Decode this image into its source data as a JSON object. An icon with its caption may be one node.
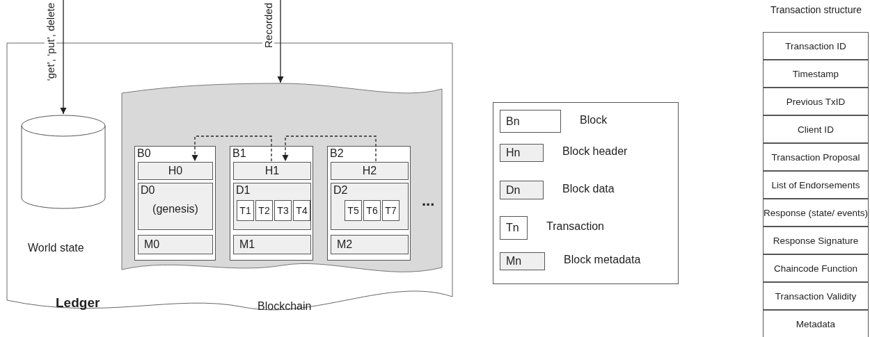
{
  "diagram": {
    "nodes": [
      {
        "text": [
          "Ledger"
        ]
      },
      {
        "text": [
          "World state"
        ],
        "in": 0
      },
      {
        "text": [
          "Blockchain"
        ],
        "in": 0
      },
      {
        "text": [
          "B0"
        ],
        "in": 2
      },
      {
        "text": [
          "H0"
        ],
        "in": 3
      },
      {
        "text": [
          "D0",
          "(genesis)"
        ],
        "in": 3
      },
      {
        "text": [
          "M0"
        ],
        "in": 3
      },
      {
        "text": [
          "B1"
        ],
        "in": 2
      },
      {
        "text": [
          "H1"
        ],
        "in": 7
      },
      {
        "text": [
          "D1"
        ],
        "in": 7
      },
      {
        "text": [
          "T1"
        ],
        "in": 9
      },
      {
        "text": [
          "T2"
        ],
        "in": 9
      },
      {
        "text": [
          "T3"
        ],
        "in": 9
      },
      {
        "text": [
          "T4"
        ],
        "in": 9
      },
      {
        "text": [
          "M1"
        ],
        "in": 7
      },
      {
        "text": [
          "B2"
        ],
        "in": 2
      },
      {
        "text": [
          "H2"
        ],
        "in": 15
      },
      {
        "text": [
          "D2"
        ],
        "in": 15
      },
      {
        "text": [
          "T5"
        ],
        "in": 17
      },
      {
        "text": [
          "T6"
        ],
        "in": 17
      },
      {
        "text": [
          "T7"
        ],
        "in": 17
      },
      {
        "text": [
          "M2"
        ],
        "in": 15
      },
      {
        "text": [],
        "shape": "box"
      },
      {
        "text": [
          "Bn"
        ],
        "in": 22,
        "beside": [
          "Block"
        ]
      },
      {
        "text": [
          "Hn"
        ],
        "in": 22,
        "beside": [
          "Block header"
        ]
      },
      {
        "text": [
          "Dn"
        ],
        "in": 22,
        "beside": [
          "Block data"
        ]
      },
      {
        "text": [
          "Tn"
        ],
        "in": 22,
        "beside": [
          "Transaction"
        ]
      },
      {
        "text": [
          "Mn"
        ],
        "in": 22,
        "beside": [
          "Block metadata"
        ]
      }
    ],
    "edges": [
      {
        "from": null,
        "to": 1,
        "arrow": "to",
        "label": "‘get’, ‘put’, delete"
      },
      {
        "from": null,
        "to": 2,
        "arrow": "to",
        "label": "Recorded"
      },
      {
        "from": 8,
        "to": 4,
        "arrow": "to",
        "style": "dashed"
      },
      {
        "from": 16,
        "to": 8,
        "arrow": "to",
        "style": "dashed"
      }
    ],
    "labels": [
      "...",
      "Transaction structure",
      "Transaction ID",
      "Timestamp",
      "Previous TxID",
      "Client ID",
      "Transaction Proposal",
      "List of Endorsements",
      "Response (state/ events)",
      "Response Signature",
      "Chaincode Function",
      "Transaction Validity",
      "Metadata"
    ]
  }
}
